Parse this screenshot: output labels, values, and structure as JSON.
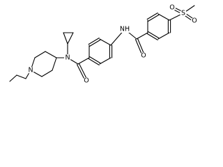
{
  "structure": {
    "atom_labels": {
      "n_amide": "N",
      "n_piperidine": "N",
      "o_amide1": "O",
      "nh_amide": "NH",
      "o_amide2": "O",
      "s_sulfonyl": "S",
      "o_sulfonyl_1": "O",
      "o_sulfonyl_2": "O"
    }
  }
}
